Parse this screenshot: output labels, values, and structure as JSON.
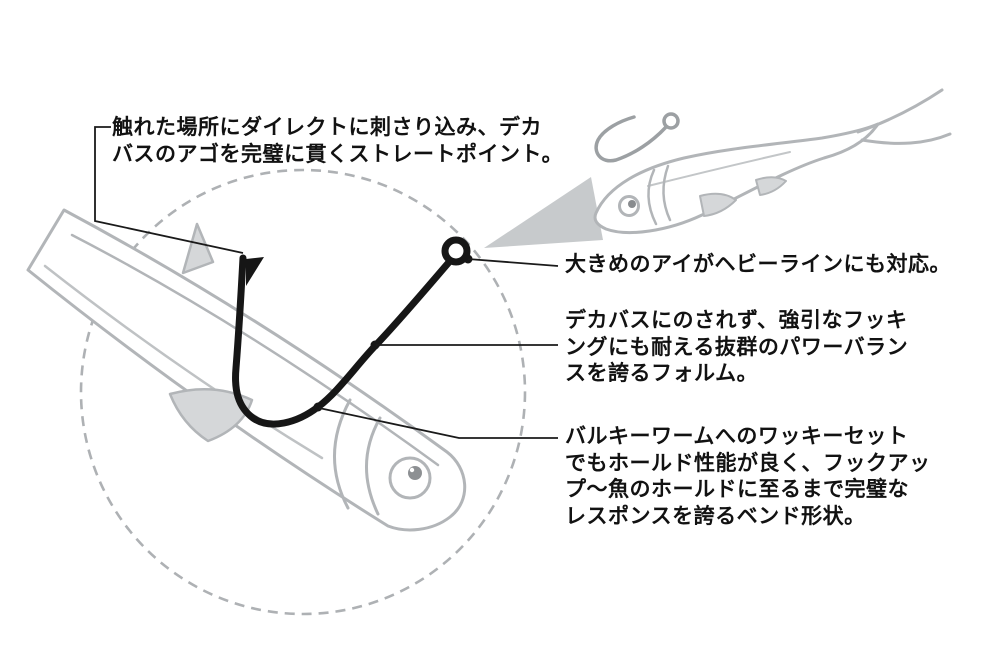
{
  "page_title": "ワッキーフック特徴図",
  "colors": {
    "background": "#ffffff",
    "hook_black": "#161616",
    "lure_outline_gray": "#b2b5b8",
    "lure_fill_gray": "#d5d7d9",
    "zoom_wedge_gray": "#c7cacc",
    "dashed_circle_gray": "#aeb1b4",
    "text": "#121212"
  },
  "annotations": {
    "point": {
      "text": "触れた場所にダイレクトに刺さり込み、デカ\nバスのアゴを完璧に貫くストレートポイント。"
    },
    "eye": {
      "text": "大きめのアイがヘビーラインにも対応。"
    },
    "form": {
      "text": "デカバスにのされず、強引なフッキ\nングにも耐える抜群のパワーバラン\nスを誇るフォルム。"
    },
    "bend": {
      "text": "バルキーワームへのワッキーセット\nでもホールド性能が良く、フックアッ\nプ〜魚のホールドに至るまで完璧な\nレスポンスを誇るベンド形状。"
    }
  }
}
